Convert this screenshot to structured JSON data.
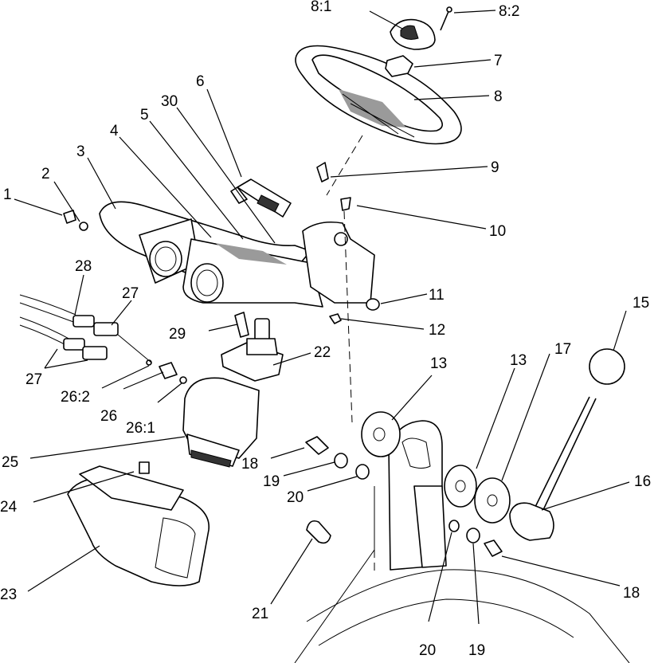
{
  "callouts": {
    "c1": "1",
    "c2": "2",
    "c3": "3",
    "c4": "4",
    "c5": "5",
    "c6": "6",
    "c7": "7",
    "c8": "8",
    "c8_1": "8:1",
    "c8_2": "8:2",
    "c9": "9",
    "c10": "10",
    "c11": "11",
    "c12": "12",
    "c13a": "13",
    "c13b": "13",
    "c15": "15",
    "c16": "16",
    "c17": "17",
    "c18a": "18",
    "c18b": "18",
    "c19a": "19",
    "c19b": "19",
    "c20a": "20",
    "c20b": "20",
    "c21": "21",
    "c22": "22",
    "c23": "23",
    "c24": "24",
    "c25": "25",
    "c26": "26",
    "c26_1": "26:1",
    "c26_2": "26:2",
    "c27a": "27",
    "c27b": "27",
    "c28": "28",
    "c29": "29",
    "c30": "30"
  }
}
